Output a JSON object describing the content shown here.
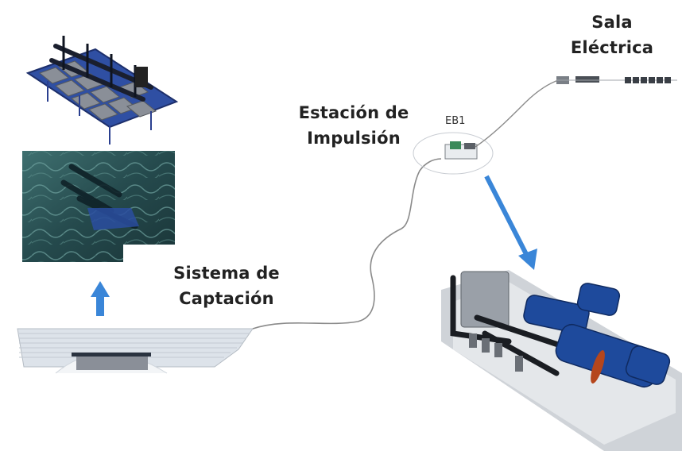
{
  "labels": {
    "sala_electrica": "Sala Eléctrica",
    "estacion_line1": "Estación de",
    "estacion_line2": "Impulsión",
    "eb1": "EB1",
    "sistema_line1": "Sistema de",
    "sistema_line2": "Captación"
  },
  "colors": {
    "arrow": "#3a86d8",
    "pipe": "#8a8a8a",
    "structure": "#2a3f8f",
    "pump": "#1e4a9c",
    "seawater": "#2f5a5e"
  }
}
